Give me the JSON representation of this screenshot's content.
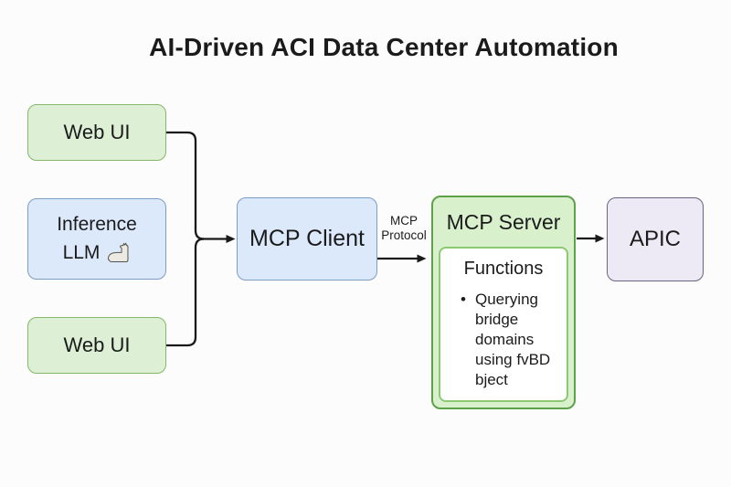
{
  "title": "AI-Driven ACI Data Center Automation",
  "nodes": {
    "webui_top": {
      "label": "Web UI",
      "fill": "#ddefd5",
      "border": "#85b86b"
    },
    "inference": {
      "line1": "Inference",
      "line2": "LLM",
      "icon": "llama-icon",
      "fill": "#dce9fb",
      "border": "#7d9cc4"
    },
    "webui_bottom": {
      "label": "Web UI",
      "fill": "#ddefd5",
      "border": "#85b86b"
    },
    "mcp_client": {
      "label": "MCP Client",
      "fill": "#dbe9fb",
      "border": "#7d9cc4"
    },
    "mcp_server": {
      "label": "MCP Server",
      "fill": "#d9f0cc",
      "border": "#5da24b",
      "functions": {
        "heading": "Functions",
        "items": [
          "Querying bridge domains using fvBD bject"
        ],
        "panel_fill": "#ffffff",
        "panel_border": "#8cc973"
      }
    },
    "apic": {
      "label": "APIC",
      "fill": "#edeaf5",
      "border": "#6b6680"
    }
  },
  "edges": {
    "client_to_server_label": [
      "MCP",
      "Protocol"
    ],
    "line_color": "#1a1a1a"
  }
}
